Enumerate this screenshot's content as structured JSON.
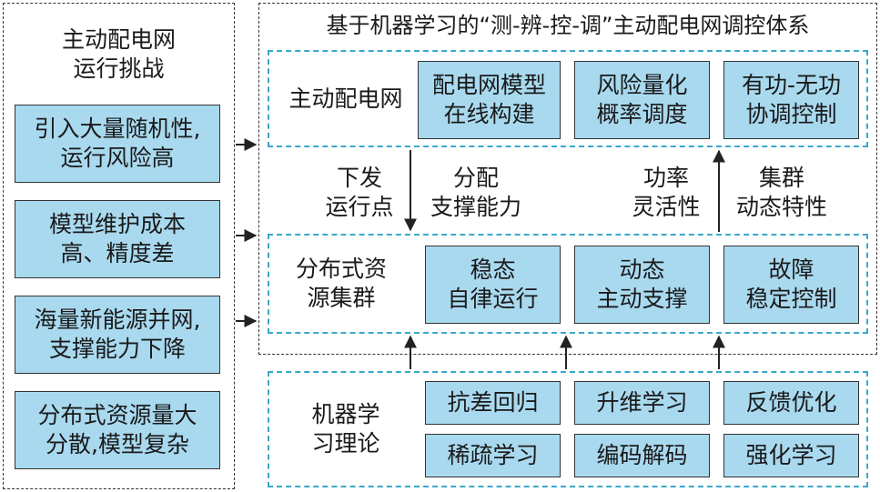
{
  "left_panel": {
    "title": "主动配电网\n运行挑战",
    "challenges": [
      "引入大量随机性,\n运行风险高",
      "模型维护成本\n高、精度差",
      "海量新能源并网,\n支撑能力下降",
      "分布式资源量大\n分散,模型复杂"
    ]
  },
  "right_panel": {
    "title": "基于机器学习的“测-辨-控-调”主动配电网调控体系",
    "network_group": {
      "label": "主动配电网",
      "items": [
        "配电网模型\n在线构建",
        "风险量化\n概率调度",
        "有功-无功\n协调控制"
      ]
    },
    "flows": {
      "down_left": "下发\n运行点",
      "down_right": "分配\n支撑能力",
      "up_left": "功率\n灵活性",
      "up_right": "集群\n动态特性"
    },
    "resource_group": {
      "label": "分布式资\n源集群",
      "items": [
        "稳态\n自律运行",
        "动态\n主动支撑",
        "故障\n稳定控制"
      ]
    }
  },
  "ml_group": {
    "label": "机器学\n习理论",
    "items": [
      "抗差回归",
      "升维学习",
      "反馈优化",
      "稀疏学习",
      "编码解码",
      "强化学习"
    ]
  }
}
